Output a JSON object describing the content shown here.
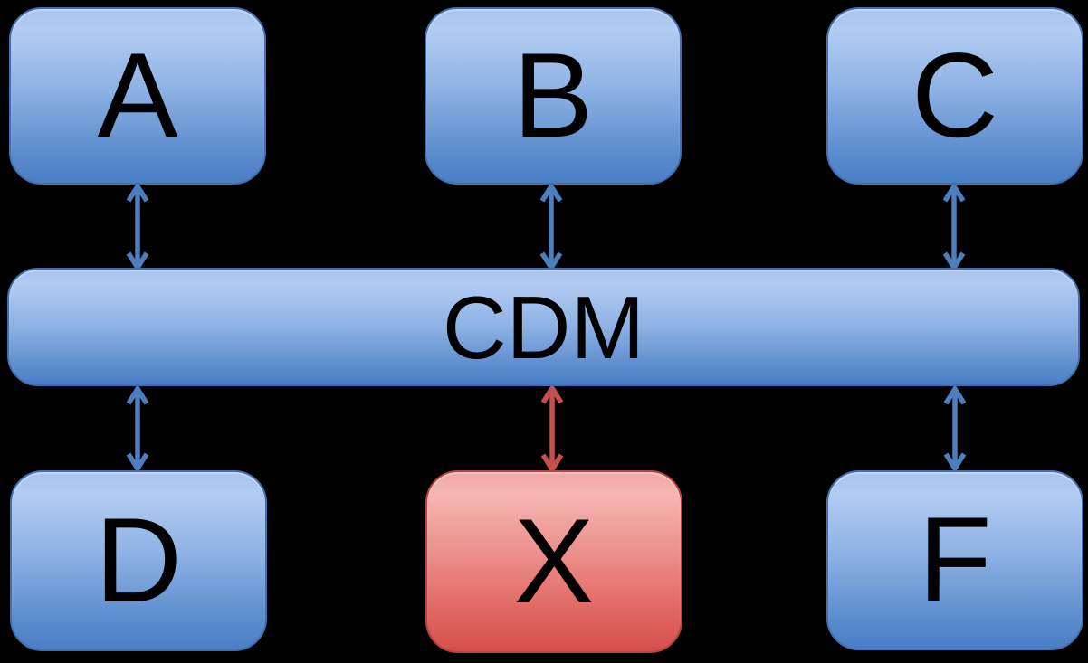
{
  "background_color": "#000000",
  "hub": {
    "label": "CDM"
  },
  "nodes": [
    {
      "label": "A",
      "style": "blue",
      "row": "top"
    },
    {
      "label": "B",
      "style": "blue",
      "row": "top"
    },
    {
      "label": "C",
      "style": "blue",
      "row": "top"
    },
    {
      "label": "D",
      "style": "blue",
      "row": "bottom"
    },
    {
      "label": "X",
      "style": "red",
      "row": "bottom"
    },
    {
      "label": "F",
      "style": "blue",
      "row": "bottom"
    }
  ],
  "connectors": [
    {
      "from": "A",
      "to": "CDM",
      "direction": "bidirectional",
      "color": "#4d7fbe"
    },
    {
      "from": "B",
      "to": "CDM",
      "direction": "bidirectional",
      "color": "#4d7fbe"
    },
    {
      "from": "C",
      "to": "CDM",
      "direction": "bidirectional",
      "color": "#4d7fbe"
    },
    {
      "from": "D",
      "to": "CDM",
      "direction": "bidirectional",
      "color": "#4d7fbe"
    },
    {
      "from": "X",
      "to": "CDM",
      "direction": "bidirectional",
      "color": "#c4504c"
    },
    {
      "from": "F",
      "to": "CDM",
      "direction": "bidirectional",
      "color": "#4d7fbe"
    }
  ],
  "colors": {
    "node_blue_top": "#a6c3ee",
    "node_blue_bottom": "#4a7ec6",
    "node_blue_border": "#4170ae",
    "node_red_top": "#f0a7a3",
    "node_red_bottom": "#d6504c",
    "node_red_border": "#b5433f",
    "connector_blue": "#4d7fbe",
    "connector_red": "#c4504c",
    "label_color": "#000000"
  }
}
